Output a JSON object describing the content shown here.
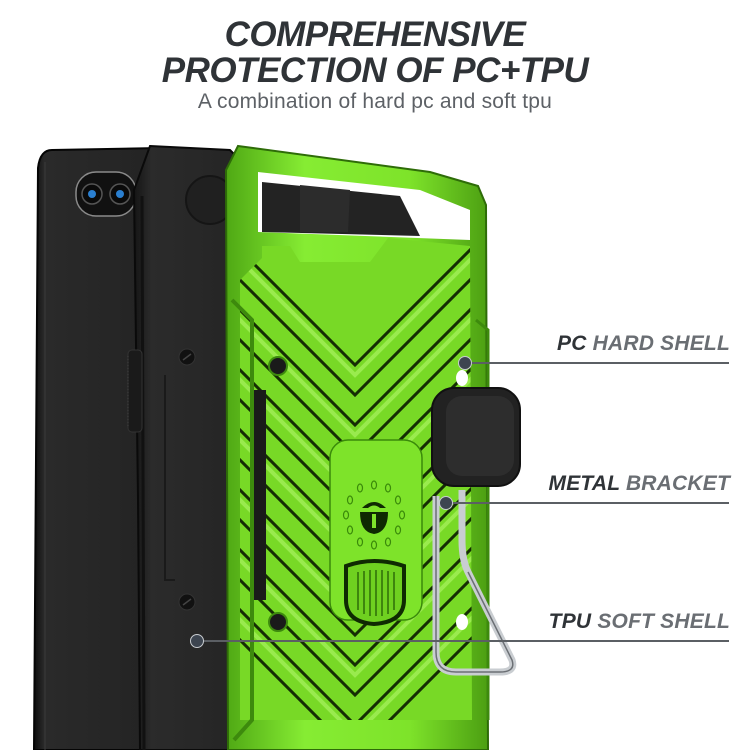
{
  "header": {
    "title_line1": "COMPREHENSIVE",
    "title_line2": "PROTECTION OF PC+TPU",
    "subtitle": "A combination of hard pc and soft tpu"
  },
  "callouts": [
    {
      "key": "PC",
      "value": "HARD SHELL"
    },
    {
      "key": "METAL",
      "value": "BRACKET"
    },
    {
      "key": "TPU",
      "value": "SOFT SHELL"
    }
  ],
  "colors": {
    "shell_green": "#7ee32a",
    "shell_green_dark": "#3f8f0e",
    "tpu_black": "#262626",
    "phone_black": "#1f1f1f",
    "text_dark": "#2f3337",
    "text_grey": "#6a6e73",
    "camera_blue": "#2a7fd0",
    "metal_silver": "#c9cdd1"
  }
}
